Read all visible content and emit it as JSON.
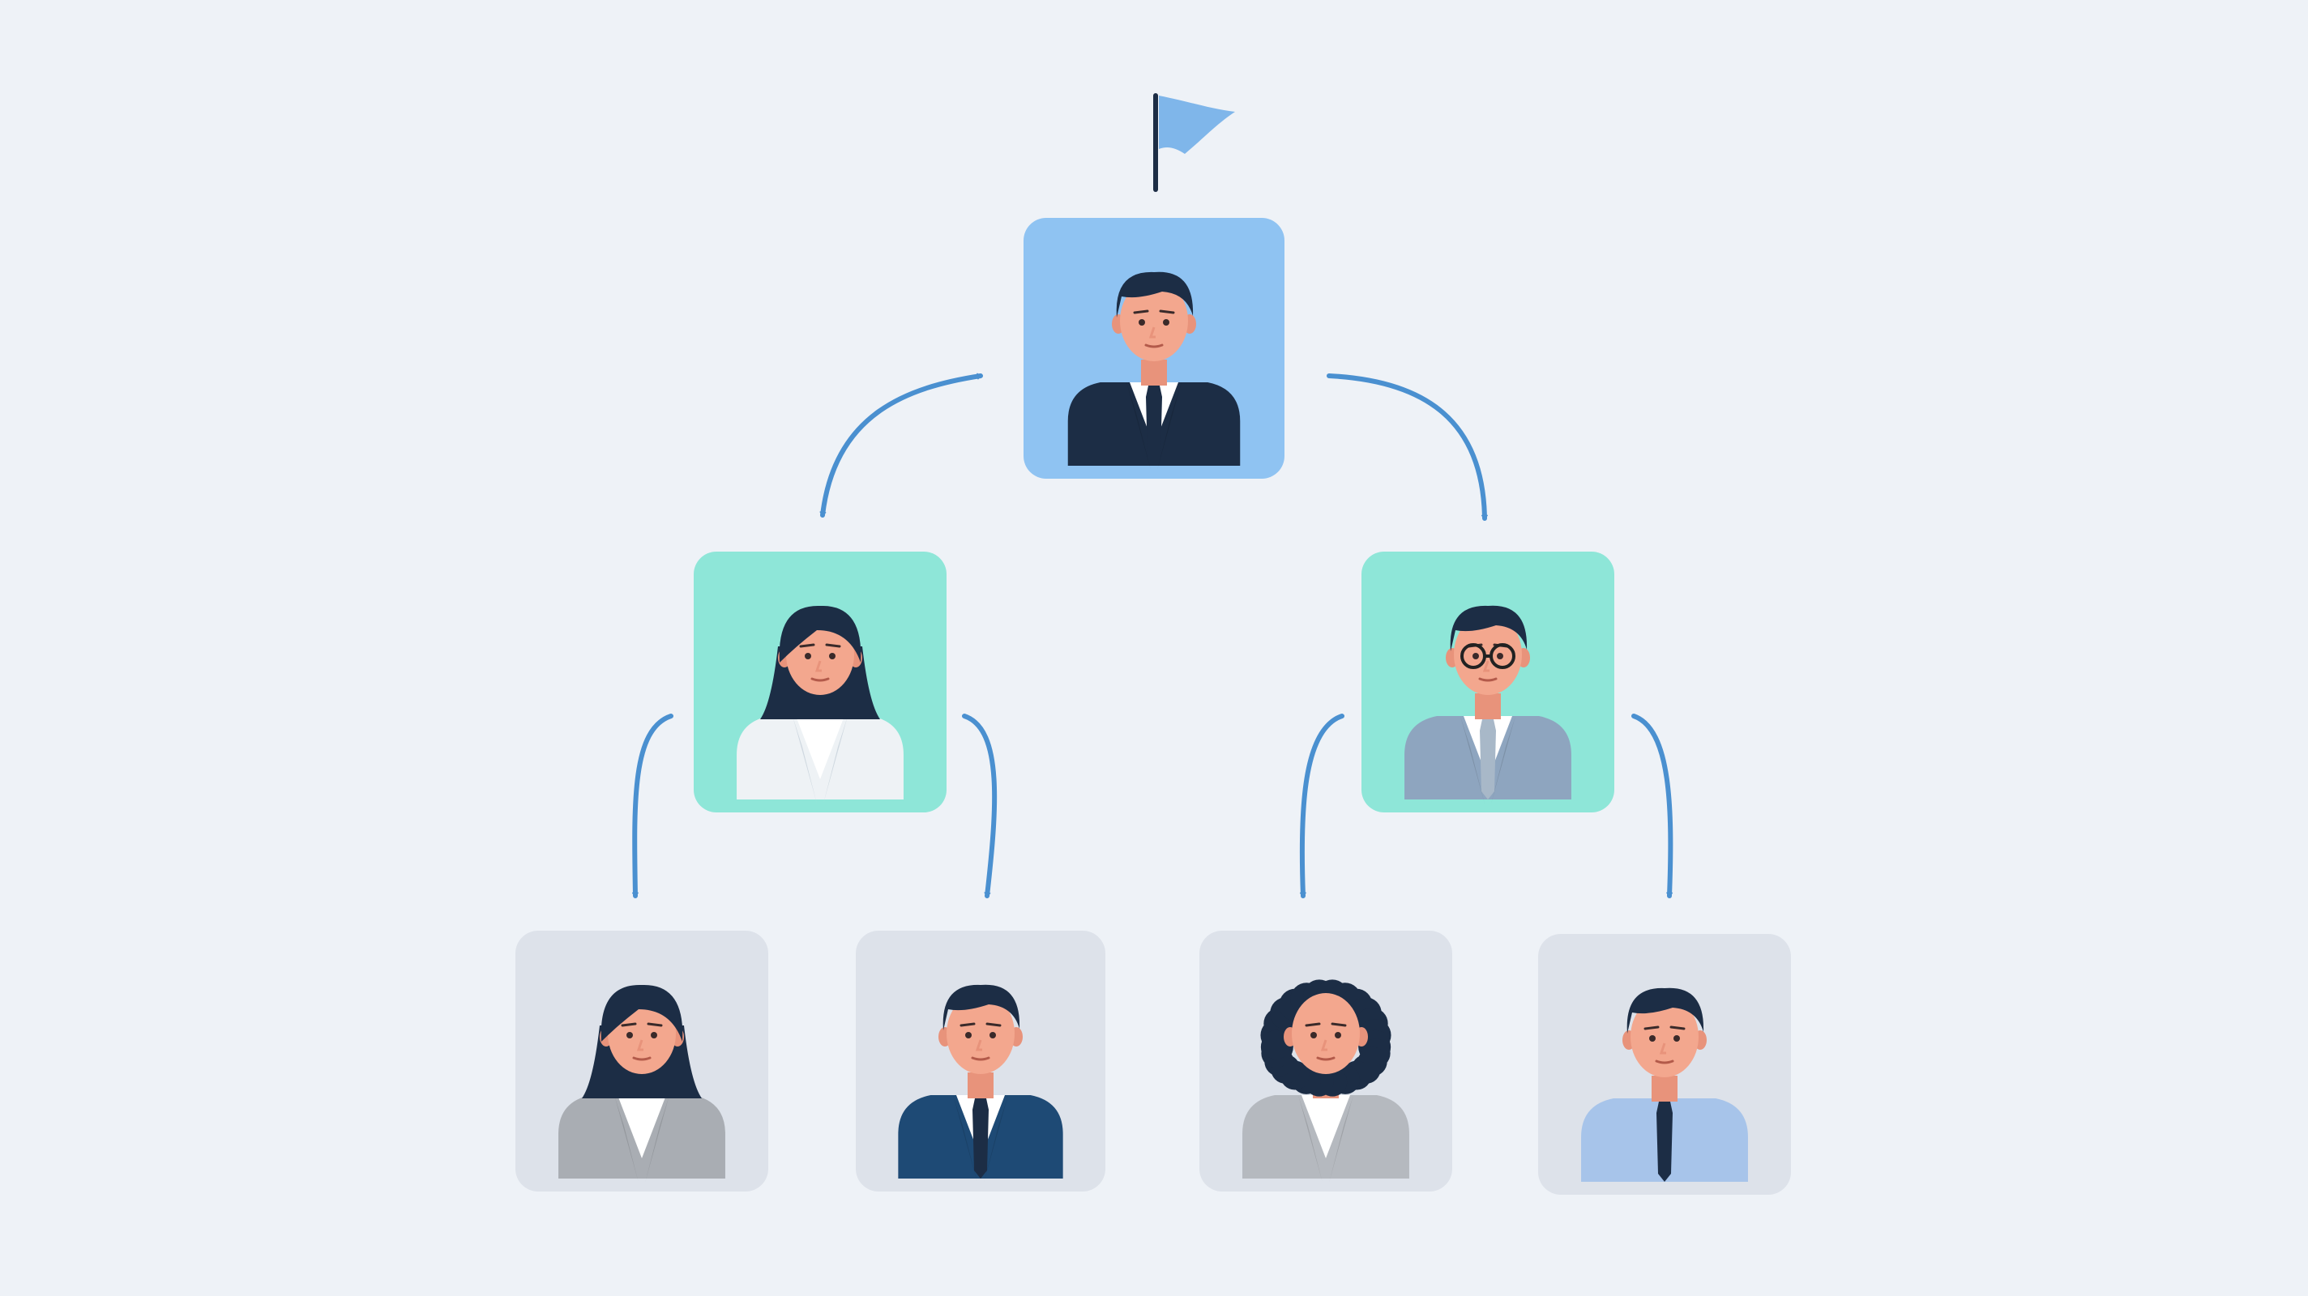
{
  "diagram": {
    "type": "org-chart",
    "colors": {
      "background": "#eef2f7",
      "root_card": "#8fc3f2",
      "mid_card": "#8ee6d8",
      "leaf_card": "#dde2ea",
      "connector": "#4a90d0",
      "flag": "#7fb6ea"
    },
    "icons": {
      "root_marker": "flag-icon",
      "node": "person-avatar-icon"
    },
    "levels": [
      {
        "level": 1,
        "nodes": [
          {
            "id": "root",
            "avatar": "man-dark-suit"
          }
        ]
      },
      {
        "level": 2,
        "nodes": [
          {
            "id": "mid-left",
            "avatar": "woman-white-blazer"
          },
          {
            "id": "mid-right",
            "avatar": "man-glasses-grey-suit"
          }
        ]
      },
      {
        "level": 3,
        "nodes": [
          {
            "id": "leaf-1",
            "avatar": "woman-grey-blazer"
          },
          {
            "id": "leaf-2",
            "avatar": "man-navy-suit"
          },
          {
            "id": "leaf-3",
            "avatar": "woman-curly-grey-blazer"
          },
          {
            "id": "leaf-4",
            "avatar": "man-blue-shirt-tie"
          }
        ]
      }
    ],
    "edges": [
      {
        "from": "root",
        "to": "mid-left",
        "bidirectional": true
      },
      {
        "from": "root",
        "to": "mid-right",
        "bidirectional": false
      },
      {
        "from": "mid-left",
        "to": "leaf-1",
        "bidirectional": false
      },
      {
        "from": "mid-left",
        "to": "leaf-2",
        "bidirectional": false
      },
      {
        "from": "mid-right",
        "to": "leaf-3",
        "bidirectional": false
      },
      {
        "from": "mid-right",
        "to": "leaf-4",
        "bidirectional": false
      }
    ]
  }
}
